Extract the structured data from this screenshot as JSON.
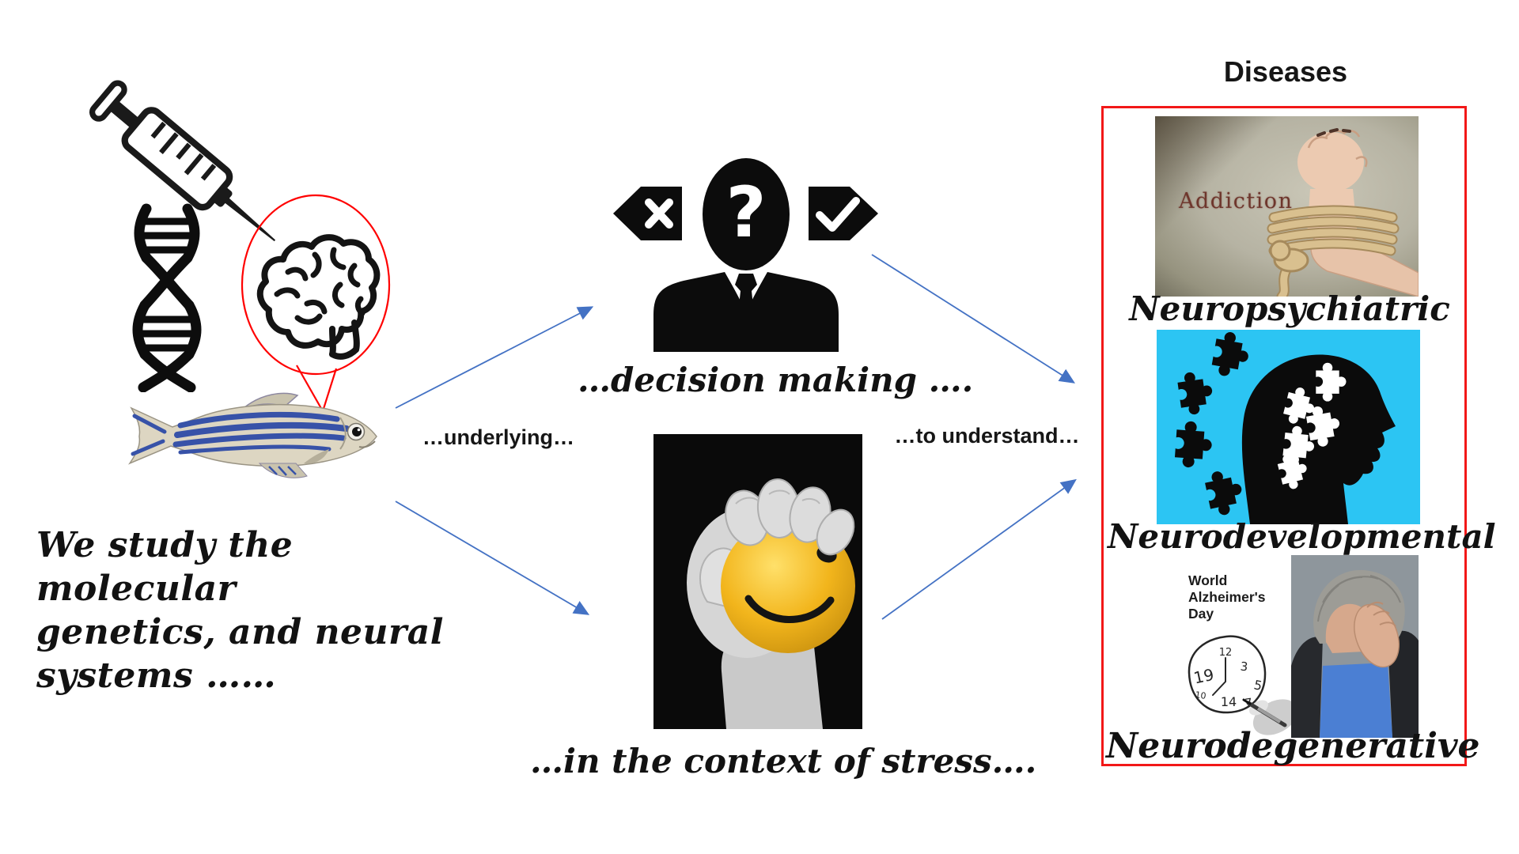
{
  "intro": {
    "lines": [
      "We study the  molecular",
      "genetics, and neural",
      "systems ……"
    ]
  },
  "flow": {
    "underlying": "…underlying…",
    "decision_making": "…decision making ….",
    "in_context_of_stress": "…in the context of stress….",
    "to_understand": "…to understand…"
  },
  "diseases": {
    "title": "Diseases",
    "items": [
      {
        "label": "Neuropsychiatric",
        "image": "tied-hands-addiction",
        "image_caption": "Addiction"
      },
      {
        "label": "Neurodevelopmental",
        "image": "puzzle-head"
      },
      {
        "label": "Neurodegenerative",
        "image": "world-alzheimers-day",
        "caption_lines": [
          "World",
          "Alzheimer's",
          "Day"
        ],
        "clock_numbers": [
          "12",
          "3",
          "19",
          "5",
          "10",
          "14",
          "7"
        ]
      }
    ]
  },
  "icons": {
    "left_group": [
      "syringe-icon",
      "dna-helix-icon",
      "brain-in-circle-icon",
      "zebrafish-image"
    ],
    "middle": [
      "decision-person-icon",
      "reject-tag-icon",
      "accept-tag-icon",
      "stress-ball-image"
    ]
  },
  "colors": {
    "arrow_blue": "#4472C4",
    "box_red": "#F21818",
    "circle_red": "#FF0000",
    "puzzle_blue": "#2CC5F3",
    "ball_yellow": "#F2B51C",
    "addiction_text": "#6E362C"
  }
}
